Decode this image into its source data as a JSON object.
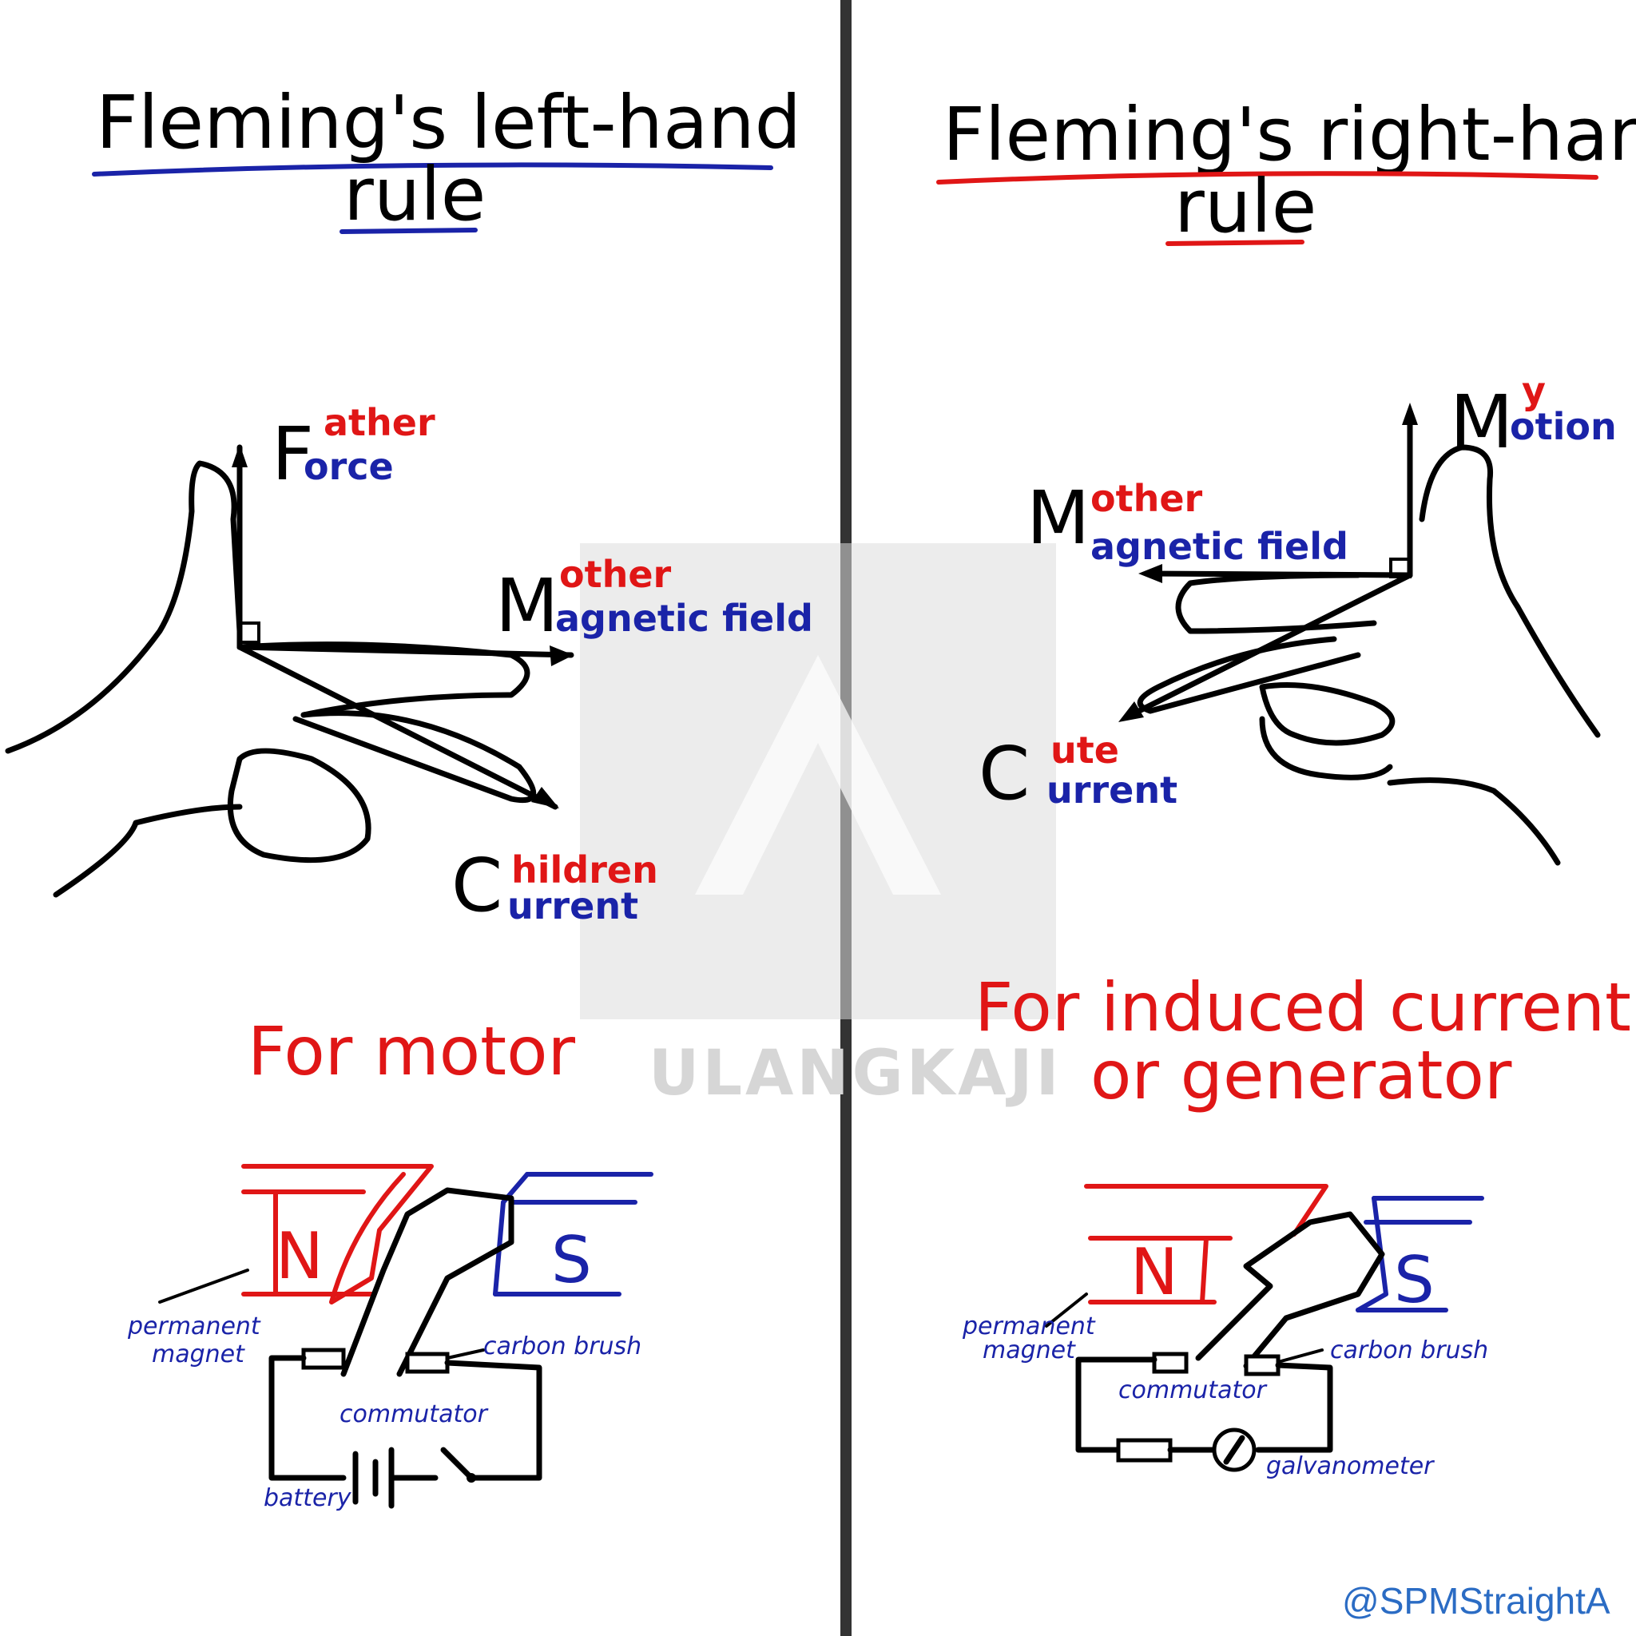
{
  "left": {
    "title_line1": "Fleming's left-hand",
    "title_line2": "rule",
    "force": {
      "letter": "F",
      "mnemonic": "ather",
      "word": "orce"
    },
    "field": {
      "letter": "M",
      "mnemonic": "other",
      "word": "agnetic field"
    },
    "current": {
      "letter": "C",
      "mnemonic": "hildren",
      "word": "urrent"
    },
    "caption": "For motor",
    "diagram": {
      "north": "N",
      "south": "S",
      "label_magnet": [
        "permanent",
        "magnet"
      ],
      "label_brush": "carbon brush",
      "label_commutator": "commutator",
      "label_battery": "battery"
    }
  },
  "right": {
    "title_line1": "Fleming's right-hand",
    "title_line2": "rule",
    "motion": {
      "letter": "M",
      "mnemonic": "y",
      "word": "otion"
    },
    "field": {
      "letter": "M",
      "mnemonic": "other",
      "word": "agnetic field"
    },
    "current": {
      "letter": "C",
      "mnemonic": "ute",
      "word": "urrent"
    },
    "caption_line1": "For induced current",
    "caption_line2": "or generator",
    "diagram": {
      "north": "N",
      "south": "S",
      "label_magnet": [
        "permanent",
        "magnet"
      ],
      "label_brush": "carbon brush",
      "label_commutator": "commutator",
      "label_galvanometer": "galvanometer"
    }
  },
  "watermark": "ULANGKAJI",
  "credit": "@SPMStraightA",
  "colors": {
    "red": "#e01616",
    "blue": "#1a23a8",
    "divider": "#333333"
  }
}
